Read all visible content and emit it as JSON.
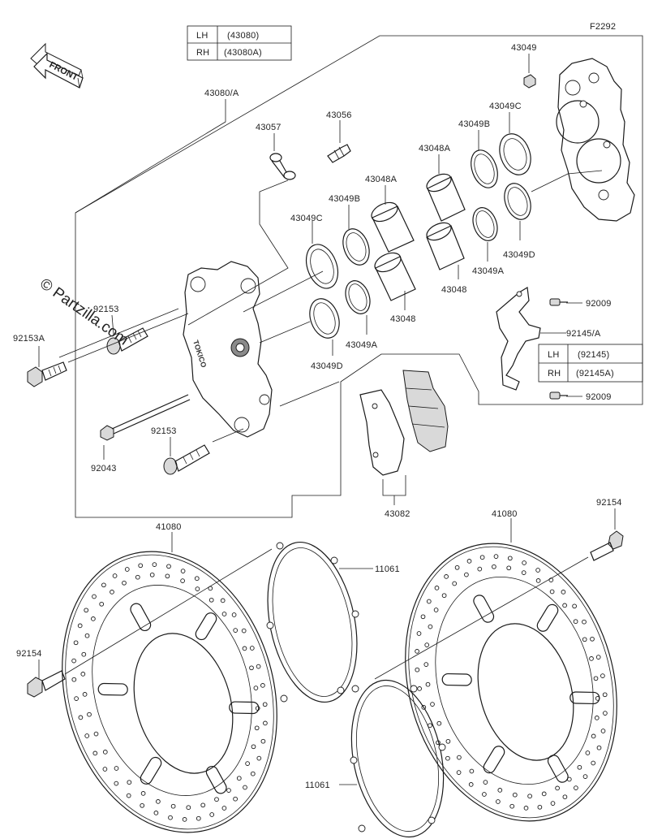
{
  "figure_code": "F2292",
  "front_label": "FRONT",
  "watermark": "© Partzilla.com",
  "caliper_table": [
    {
      "side": "LH",
      "part": "(43080)"
    },
    {
      "side": "RH",
      "part": "(43080A)"
    }
  ],
  "bracket_table": [
    {
      "side": "LH",
      "part": "(92145)"
    },
    {
      "side": "RH",
      "part": "(92145A)"
    }
  ],
  "callouts": {
    "caliper_assy": "43080/A",
    "pin_43049_top": "43049",
    "bleeder_cap": "43057",
    "bleeder_valve": "43056",
    "seal_c_right": "43049C",
    "seal_b_right": "43049B",
    "piston_a_right": "43048A",
    "piston_a_left": "43048A",
    "seal_b_left": "43049B",
    "seal_c_left": "43049C",
    "seal_d_right": "43049D",
    "seal_a_right": "43049A",
    "piston_right": "43048",
    "piston_left": "43048",
    "seal_a_left": "43049A",
    "seal_d_left": "43049D",
    "bolt_92153_mid": "92153",
    "bolt_92153a": "92153A",
    "bolt_92009_top": "92009",
    "bracket": "92145/A",
    "bolt_92009_bottom": "92009",
    "plug": "92043",
    "bolt_92153_low": "92153",
    "pads": "43082",
    "disc_left": "41080",
    "disc_right": "41080",
    "spacer_top": "11061",
    "spacer_bottom": "11061",
    "disc_bolt_left": "92154",
    "disc_bolt_right": "92154"
  }
}
